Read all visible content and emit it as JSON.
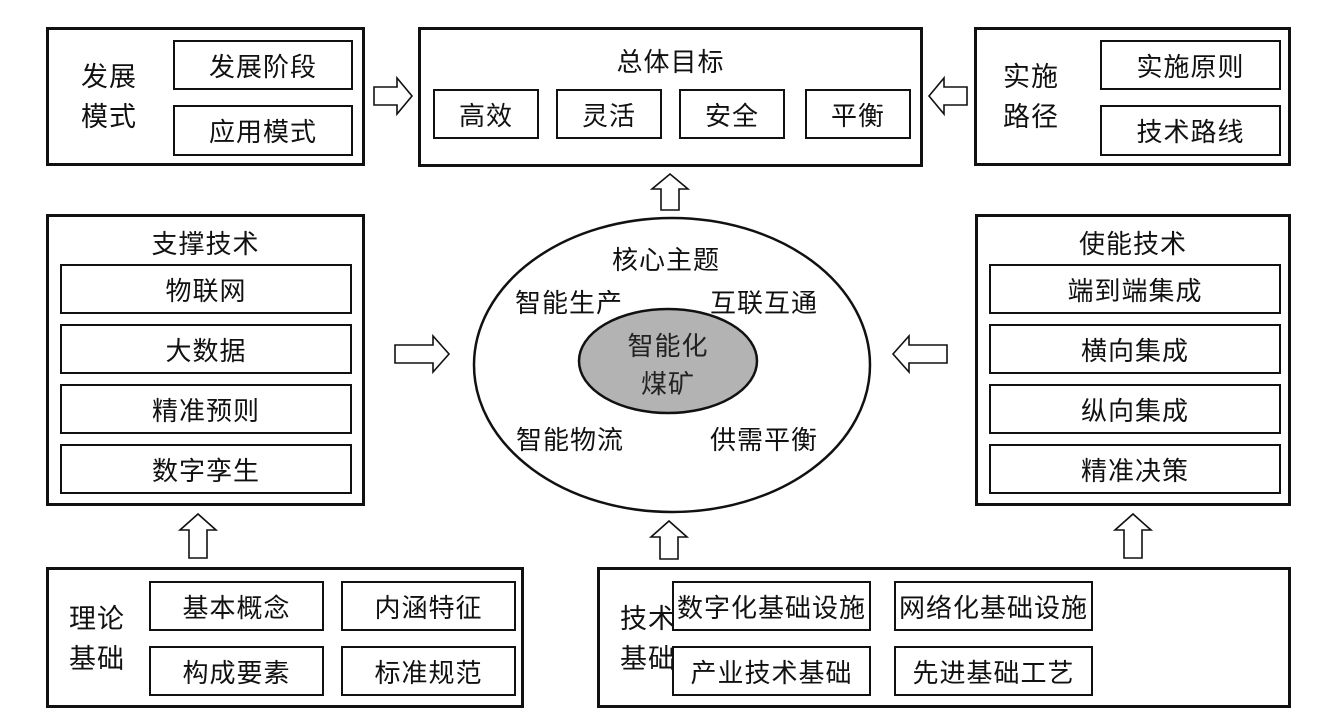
{
  "development_mode": {
    "label": "发展\n模式",
    "label_lines": [
      "发展",
      "模式"
    ],
    "items": [
      "发展阶段",
      "应用模式"
    ]
  },
  "overall_goal": {
    "title": "总体目标",
    "items": [
      "高效",
      "灵活",
      "安全",
      "平衡"
    ]
  },
  "implementation_path": {
    "label_lines": [
      "实施",
      "路径"
    ],
    "items": [
      "实施原则",
      "技术路线"
    ]
  },
  "supporting_tech": {
    "title": "支撑技术",
    "items": [
      "物联网",
      "大数据",
      "精准预则",
      "数字孪生"
    ]
  },
  "core_theme": {
    "title": "核心主题",
    "items": [
      "智能生产",
      "互联互通",
      "智能物流",
      "供需平衡"
    ],
    "center_lines": [
      "智能化",
      "煤矿"
    ],
    "center_fill": "#b3b3b3"
  },
  "enabling_tech": {
    "title": "使能技术",
    "items": [
      "端到端集成",
      "横向集成",
      "纵向集成",
      "精准决策"
    ]
  },
  "theory_foundation": {
    "label_lines": [
      "理论",
      "基础"
    ],
    "items": [
      "基本概念",
      "内涵特征",
      "构成要素",
      "标准规范"
    ]
  },
  "tech_foundation": {
    "label_lines": [
      "技术",
      "基础"
    ],
    "items": [
      "数字化基础设施",
      "网络化基础设施",
      "产业技术基础",
      "先进基础工艺"
    ]
  },
  "arrows": [
    {
      "from": "development_mode",
      "to": "overall_goal",
      "direction": "right"
    },
    {
      "from": "implementation_path",
      "to": "overall_goal",
      "direction": "left"
    },
    {
      "from": "core_theme",
      "to": "overall_goal",
      "direction": "up"
    },
    {
      "from": "supporting_tech",
      "to": "core_theme",
      "direction": "right"
    },
    {
      "from": "enabling_tech",
      "to": "core_theme",
      "direction": "left"
    },
    {
      "from": "theory_foundation",
      "to": "supporting_tech",
      "direction": "up"
    },
    {
      "from": "tech_foundation",
      "to": "core_theme",
      "direction": "up"
    },
    {
      "from": "tech_foundation",
      "to": "enabling_tech",
      "direction": "up"
    }
  ]
}
